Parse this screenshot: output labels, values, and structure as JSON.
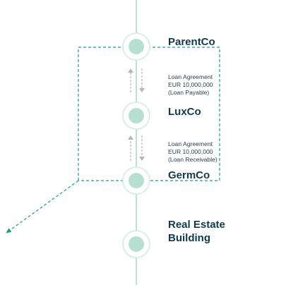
{
  "colors": {
    "spine": "#b9e1d4",
    "node_ring": "#cdece2",
    "node_fill": "#b7e0d2",
    "dashed_box": "#1d9a86",
    "transfer_arrow": "#b5b5b5",
    "entity_text": "#12394a",
    "loan_text": "#2e3f47"
  },
  "entities": [
    {
      "id": "parentco",
      "name": "ParentCo"
    },
    {
      "id": "luxco",
      "name": "LuxCo"
    },
    {
      "id": "germco",
      "name": "GermCo"
    },
    {
      "id": "real_estate",
      "name_line1": "Real Estate",
      "name_line2": "Building"
    }
  ],
  "loans": [
    {
      "between": "ParentCo-LuxCo",
      "line1": "Loan Agreement",
      "line2": "EUR 10,000,000",
      "line3": "(Loan Payable)"
    },
    {
      "between": "LuxCo-GermCo",
      "line1": "Loan Agreement",
      "line2": "EUR 10,000,000",
      "line3": "(Loan Receivable)"
    }
  ]
}
